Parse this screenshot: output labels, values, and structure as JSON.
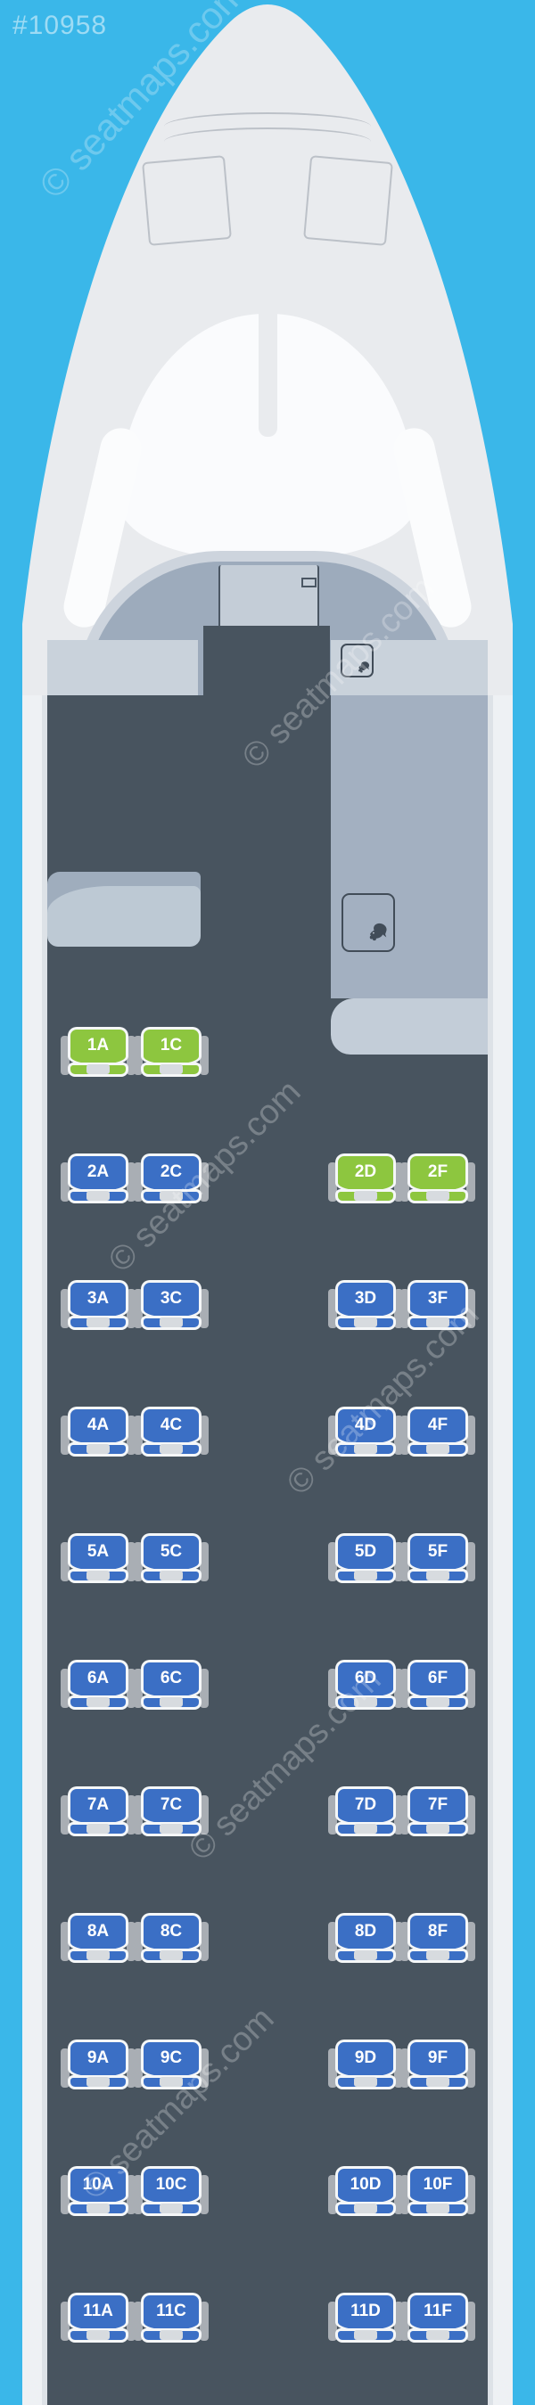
{
  "page": {
    "watermark_id": "#10958",
    "watermark_text": "© seatmaps.com"
  },
  "colors": {
    "background": "#3ab7e9",
    "nose": "#e9ebee",
    "wall": "#eef1f4",
    "lip": "#dde2e7",
    "cabin": "#48545f",
    "rim": "#cdd4dd",
    "domewall": "#9dabbc",
    "door": "#c4cdd7",
    "darkline": "#4a5663",
    "counter": "#c9d2db",
    "closetband": "#9fadbd",
    "closetbody": "#bdc9d4",
    "galleyupper": "#a3b0c1",
    "galleylower": "#c3cdd8",
    "seat_blue": "#3b6fc5",
    "seat_green": "#8dc63f",
    "armrest": "#a9aeb4",
    "seatborder": "#f5f7f8",
    "tab": "#d7dbdf",
    "icondark": "#414c58",
    "watermark": "rgba(255,255,255,0.26)"
  },
  "cabin": {
    "layout": {
      "left_letters": [
        "A",
        "C"
      ],
      "right_letters": [
        "D",
        "F"
      ],
      "aisle": "center"
    },
    "galleys": [
      {
        "name": "forward-galley-small-placard",
        "icons": [
          "drumstick",
          "fish"
        ]
      },
      {
        "name": "forward-galley-right-placard",
        "icons": [
          "drumstick",
          "fish"
        ]
      }
    ],
    "seat_rows": [
      {
        "number": 1,
        "seats": [
          {
            "label": "1A",
            "letter": "A",
            "color": "green"
          },
          {
            "label": "1C",
            "letter": "C",
            "color": "green"
          }
        ]
      },
      {
        "number": 2,
        "seats": [
          {
            "label": "2A",
            "letter": "A",
            "color": "blue"
          },
          {
            "label": "2C",
            "letter": "C",
            "color": "blue"
          },
          {
            "label": "2D",
            "letter": "D",
            "color": "green"
          },
          {
            "label": "2F",
            "letter": "F",
            "color": "green"
          }
        ]
      },
      {
        "number": 3,
        "seats": [
          {
            "label": "3A",
            "letter": "A",
            "color": "blue"
          },
          {
            "label": "3C",
            "letter": "C",
            "color": "blue"
          },
          {
            "label": "3D",
            "letter": "D",
            "color": "blue"
          },
          {
            "label": "3F",
            "letter": "F",
            "color": "blue"
          }
        ]
      },
      {
        "number": 4,
        "seats": [
          {
            "label": "4A",
            "letter": "A",
            "color": "blue"
          },
          {
            "label": "4C",
            "letter": "C",
            "color": "blue"
          },
          {
            "label": "4D",
            "letter": "D",
            "color": "blue"
          },
          {
            "label": "4F",
            "letter": "F",
            "color": "blue"
          }
        ]
      },
      {
        "number": 5,
        "seats": [
          {
            "label": "5A",
            "letter": "A",
            "color": "blue"
          },
          {
            "label": "5C",
            "letter": "C",
            "color": "blue"
          },
          {
            "label": "5D",
            "letter": "D",
            "color": "blue"
          },
          {
            "label": "5F",
            "letter": "F",
            "color": "blue"
          }
        ]
      },
      {
        "number": 6,
        "seats": [
          {
            "label": "6A",
            "letter": "A",
            "color": "blue"
          },
          {
            "label": "6C",
            "letter": "C",
            "color": "blue"
          },
          {
            "label": "6D",
            "letter": "D",
            "color": "blue"
          },
          {
            "label": "6F",
            "letter": "F",
            "color": "blue"
          }
        ]
      },
      {
        "number": 7,
        "seats": [
          {
            "label": "7A",
            "letter": "A",
            "color": "blue"
          },
          {
            "label": "7C",
            "letter": "C",
            "color": "blue"
          },
          {
            "label": "7D",
            "letter": "D",
            "color": "blue"
          },
          {
            "label": "7F",
            "letter": "F",
            "color": "blue"
          }
        ]
      },
      {
        "number": 8,
        "seats": [
          {
            "label": "8A",
            "letter": "A",
            "color": "blue"
          },
          {
            "label": "8C",
            "letter": "C",
            "color": "blue"
          },
          {
            "label": "8D",
            "letter": "D",
            "color": "blue"
          },
          {
            "label": "8F",
            "letter": "F",
            "color": "blue"
          }
        ]
      },
      {
        "number": 9,
        "seats": [
          {
            "label": "9A",
            "letter": "A",
            "color": "blue"
          },
          {
            "label": "9C",
            "letter": "C",
            "color": "blue"
          },
          {
            "label": "9D",
            "letter": "D",
            "color": "blue"
          },
          {
            "label": "9F",
            "letter": "F",
            "color": "blue"
          }
        ]
      },
      {
        "number": 10,
        "seats": [
          {
            "label": "10A",
            "letter": "A",
            "color": "blue"
          },
          {
            "label": "10C",
            "letter": "C",
            "color": "blue"
          },
          {
            "label": "10D",
            "letter": "D",
            "color": "blue"
          },
          {
            "label": "10F",
            "letter": "F",
            "color": "blue"
          }
        ]
      },
      {
        "number": 11,
        "seats": [
          {
            "label": "11A",
            "letter": "A",
            "color": "blue"
          },
          {
            "label": "11C",
            "letter": "C",
            "color": "blue"
          },
          {
            "label": "11D",
            "letter": "D",
            "color": "blue"
          },
          {
            "label": "11F",
            "letter": "F",
            "color": "blue"
          }
        ]
      }
    ]
  }
}
